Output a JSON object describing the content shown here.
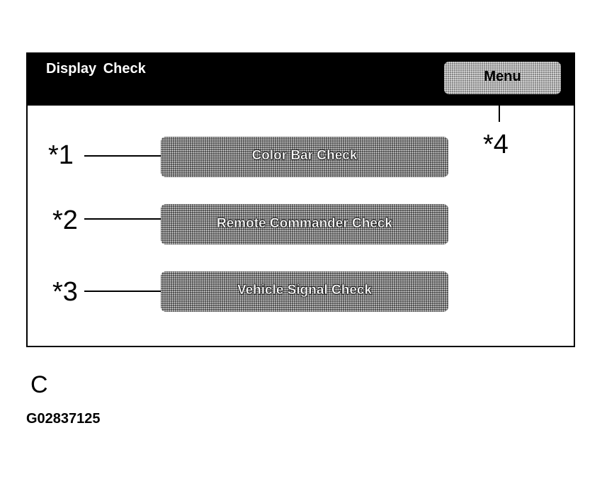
{
  "screen": {
    "title": "Display Check",
    "menu_label": "Menu",
    "buttons": [
      {
        "label": "Color Bar Check"
      },
      {
        "label": "Remote Commander Check"
      },
      {
        "label": "Vehicle Signal Check"
      }
    ]
  },
  "callouts": [
    "*1",
    "*2",
    "*3",
    "*4"
  ],
  "footer": {
    "letter": "C",
    "code": "G02837125"
  }
}
